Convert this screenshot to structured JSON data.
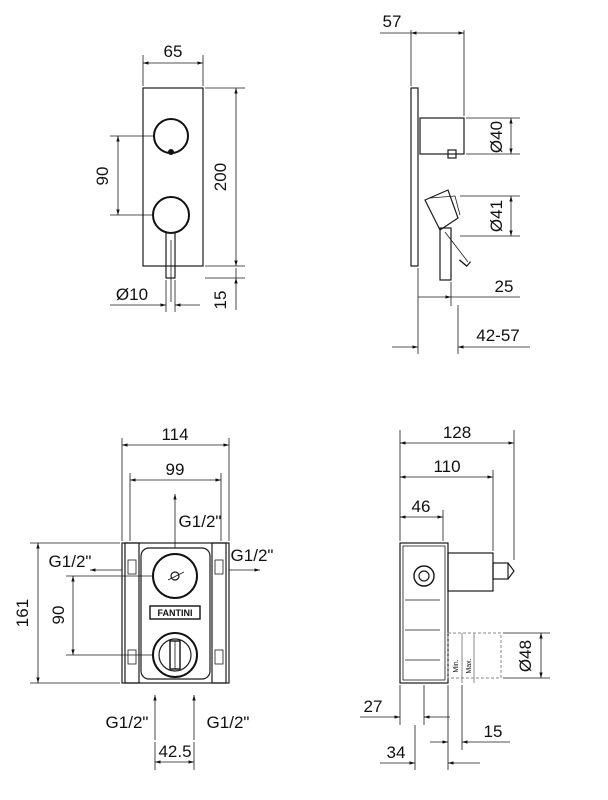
{
  "views": {
    "front_top": {
      "width": "65",
      "height": "200",
      "spacing": "90",
      "knob_dia": "Ø10",
      "spout": "15"
    },
    "side_top": {
      "depth": "57",
      "dia_upper": "Ø40",
      "dia_lower": "Ø41",
      "offset": "25",
      "range": "42-57"
    },
    "front_bottom": {
      "outer_width": "114",
      "inner_width": "99",
      "height": "161",
      "spacing": "90",
      "inlet_spacing": "42.5",
      "thread_top": "G1/2\"",
      "thread_left": "G1/2\"",
      "thread_right": "G1/2\"",
      "thread_bottom_left": "G1/2\"",
      "thread_bottom_right": "G1/2\"",
      "brand": "FANTINI"
    },
    "side_bottom": {
      "overall": "128",
      "body": "110",
      "front": "46",
      "dia": "Ø48",
      "left_offset": "27",
      "depth_min": "34",
      "plaster": "15",
      "min_label": "Min.",
      "max_label": "Max."
    }
  }
}
